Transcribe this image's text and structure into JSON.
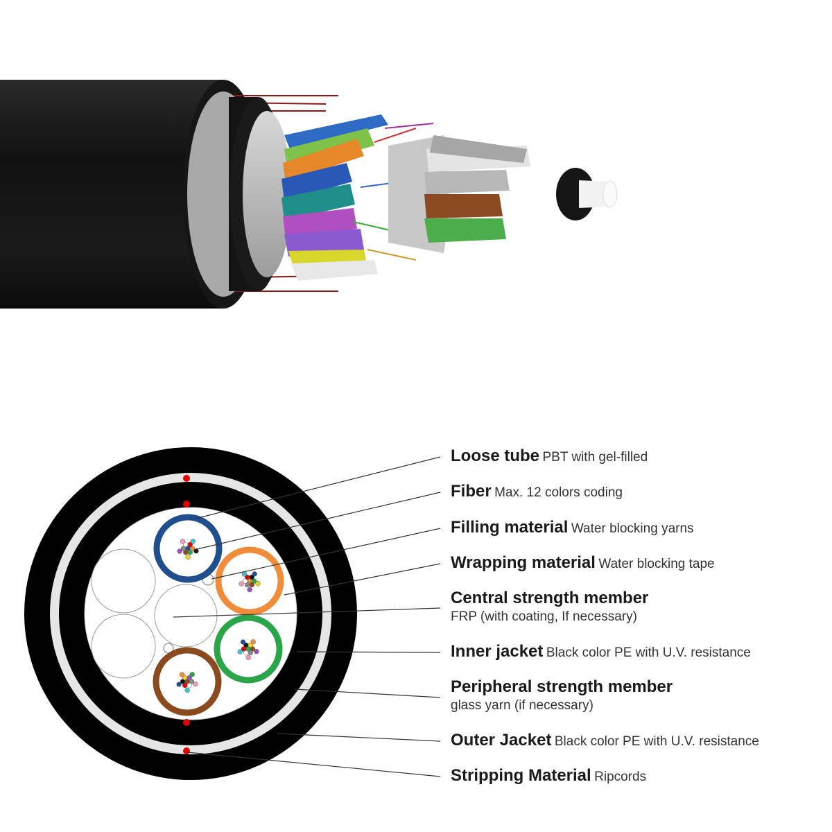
{
  "colors": {
    "outer_jacket": "#000000",
    "inner_jacket": "#000000",
    "peripheral_member": "#e6e6e6",
    "ripcord": "#e00000",
    "tube_blue": "#1f4f8c",
    "tube_orange": "#f08c3a",
    "tube_green": "#2aa54a",
    "tube_brown": "#8a4a1e",
    "leader_line": "#333333"
  },
  "components": [
    {
      "name": "Loose tube",
      "desc": "PBT with gel-filled"
    },
    {
      "name": "Fiber",
      "desc": "Max. 12 colors coding"
    },
    {
      "name": "Filling material",
      "desc": "Water blocking yarns"
    },
    {
      "name": "Wrapping material",
      "desc": "Water blocking tape"
    },
    {
      "name": "Central strength member",
      "desc": "FRP (with coating, If necessary)"
    },
    {
      "name": "Inner jacket",
      "desc": "Black color PE with U.V. resistance"
    },
    {
      "name": "Peripheral strength member",
      "desc": "glass yarn (if necessary)"
    },
    {
      "name": "Outer Jacket",
      "desc": "Black color PE with U.V. resistance"
    },
    {
      "name": "Stripping Material",
      "desc": "Ripcords"
    }
  ]
}
